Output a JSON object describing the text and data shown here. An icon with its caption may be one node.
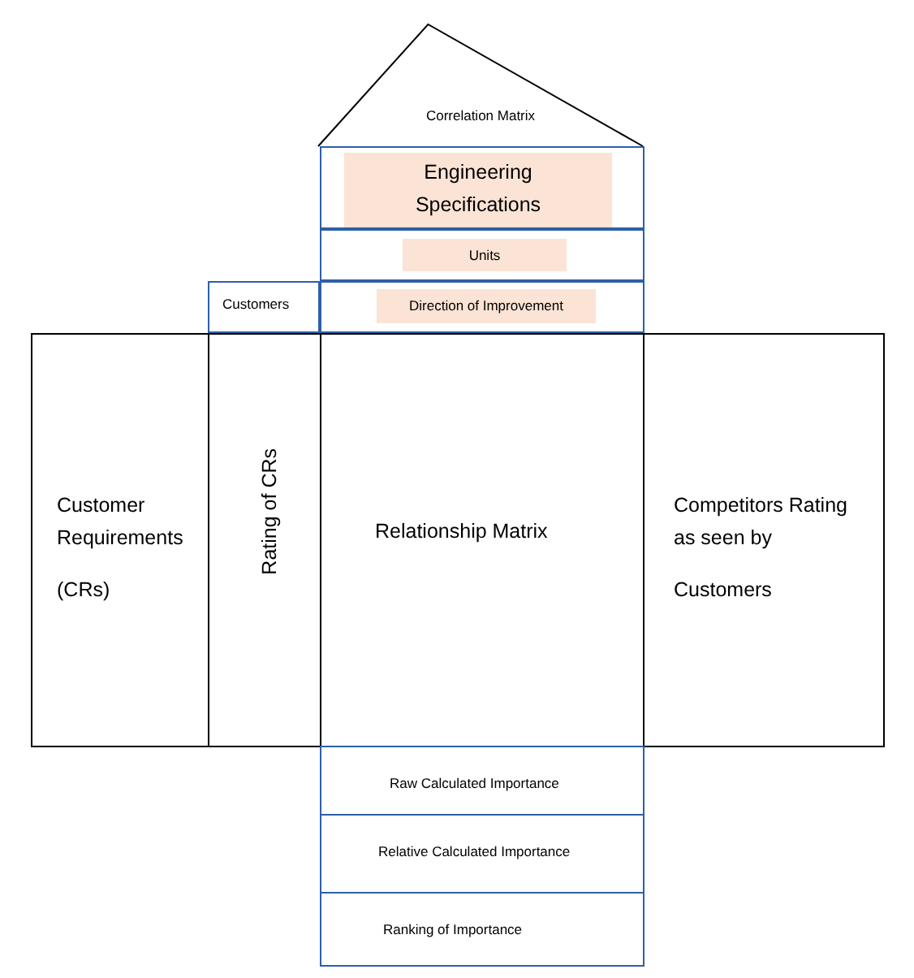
{
  "diagram": {
    "nodes": [
      {
        "text": [
          "Correlation Matrix"
        ]
      },
      {
        "text": [
          "Engineering Specifications"
        ]
      },
      {
        "text": [
          "Units"
        ]
      },
      {
        "text": [
          "Direction of Improvement"
        ]
      },
      {
        "text": [
          "Customers"
        ]
      },
      {
        "text": [
          "Customer Requirements",
          "(CRs)"
        ]
      },
      {
        "text": [
          "Rating of CRs"
        ]
      },
      {
        "text": [
          "Relationship Matrix"
        ]
      },
      {
        "text": [
          "Competitors Rating as seen by",
          "Customers"
        ]
      },
      {
        "text": [
          "Raw Calculated Importance"
        ]
      },
      {
        "text": [
          "Relative Calculated  Importance"
        ]
      },
      {
        "text": [
          "Ranking of Importance"
        ]
      }
    ]
  }
}
